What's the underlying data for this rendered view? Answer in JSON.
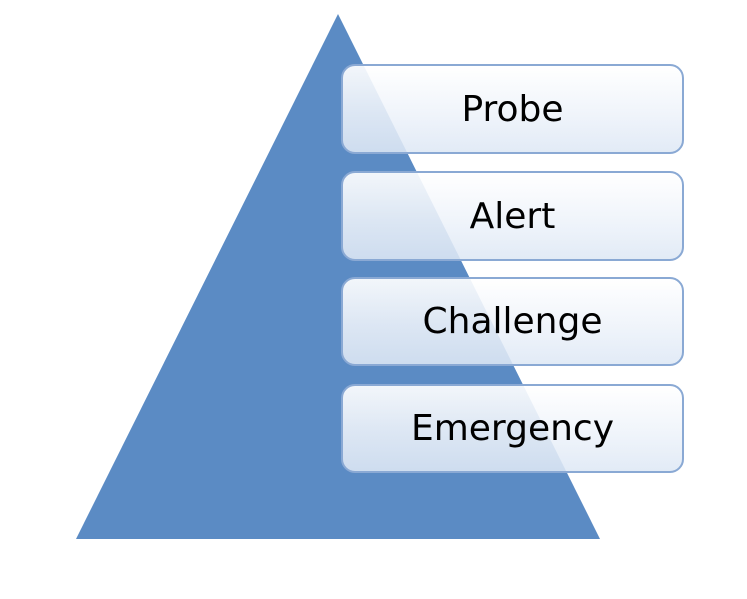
{
  "colors": {
    "pyramid_fill": "#5b8bc4",
    "box_border": "#8aa9d4",
    "text": "#000000",
    "background": "#ffffff"
  },
  "levels": [
    {
      "label": "Probe"
    },
    {
      "label": "Alert"
    },
    {
      "label": "Challenge"
    },
    {
      "label": "Emergency"
    }
  ]
}
